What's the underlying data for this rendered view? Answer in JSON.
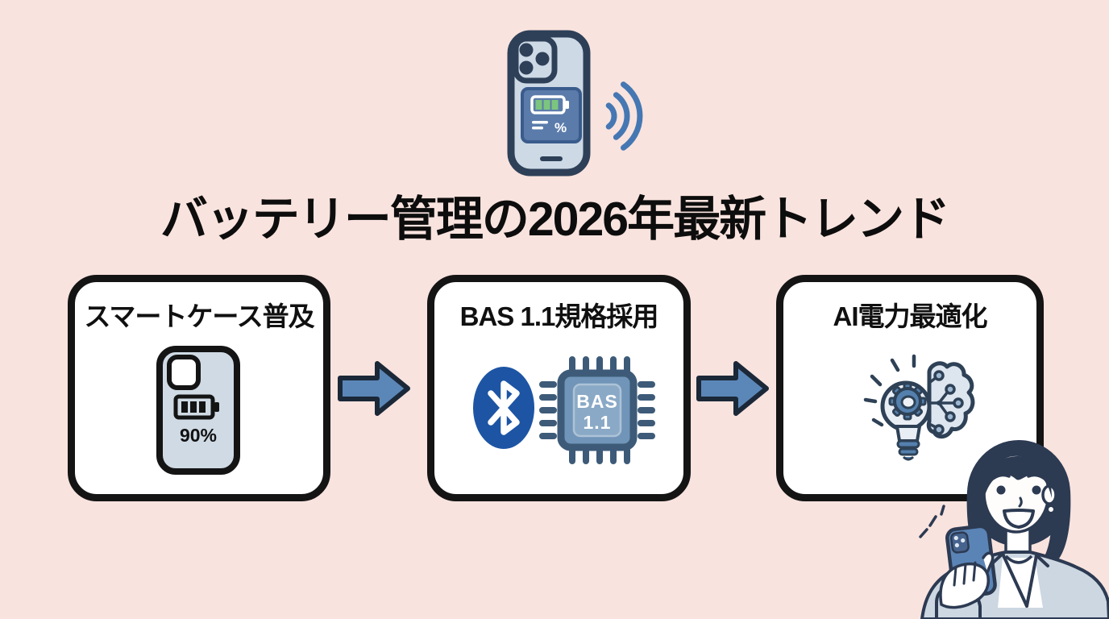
{
  "page": {
    "title": "バッテリー管理の2026年最新トレンド"
  },
  "hero": {
    "phone_icon": "battery-case-phone-icon",
    "wireless_icon": "wireless-signal-icon",
    "percent_label": "%"
  },
  "flow": {
    "cards": [
      {
        "label": "スマートケース普及",
        "icon": "smart-battery-case-icon",
        "battery_percent": "90%"
      },
      {
        "label": "BAS 1.1規格採用",
        "icons": [
          "bluetooth-icon",
          "bas-chip-icon"
        ],
        "chip_text": {
          "line1": "BAS",
          "line2": "1.1"
        }
      },
      {
        "label": "AI電力最適化",
        "icon": "ai-power-bulb-brain-icon"
      }
    ],
    "arrow_icon": "flow-arrow-icon"
  },
  "figure": {
    "icon": "woman-holding-phone-illustration"
  },
  "colors": {
    "background": "#f9e3de",
    "card_border": "#141414",
    "accent_blue": "#5b87b8",
    "wave_blue": "#4577b3",
    "bluetooth_blue": "#1d55a4",
    "navy_outline": "#2c3a52",
    "pale_blue": "#cdd9e5",
    "battery_green": "#7cc57e",
    "chip_fill": "#7095b8",
    "screen_blue": "#5b7cab"
  }
}
